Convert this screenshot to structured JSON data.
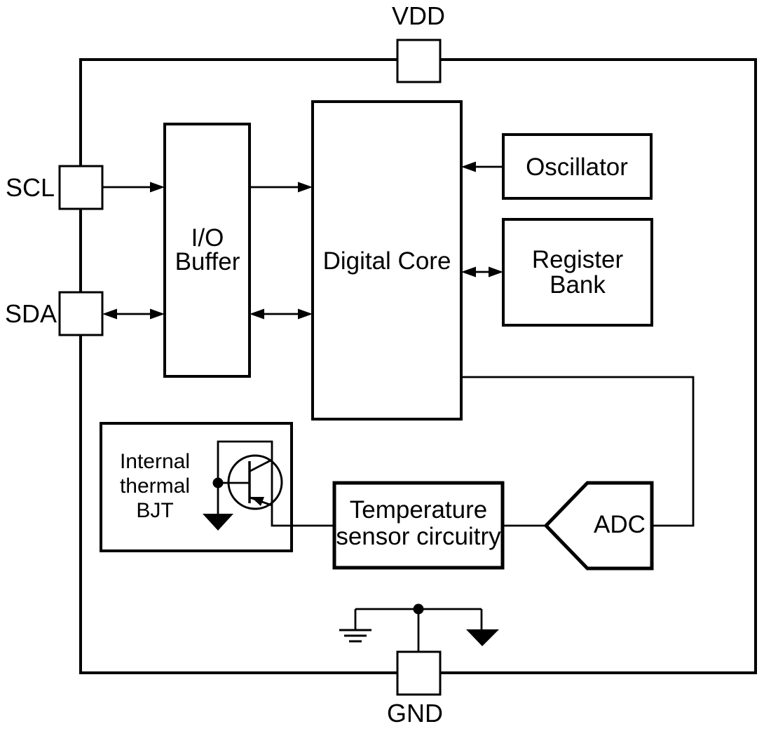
{
  "diagram_type": "block-diagram",
  "subject": "I2C digital temperature sensor internal block diagram",
  "pins": {
    "vdd": {
      "label": "VDD",
      "side": "top"
    },
    "scl": {
      "label": "SCL",
      "side": "left"
    },
    "sda": {
      "label": "SDA",
      "side": "left"
    },
    "gnd": {
      "label": "GND",
      "side": "bottom"
    }
  },
  "blocks": {
    "io_buffer": {
      "lines": [
        "I/O",
        "Buffer"
      ]
    },
    "digital_core": {
      "lines": [
        "Digital Core"
      ]
    },
    "oscillator": {
      "lines": [
        "Oscillator"
      ]
    },
    "register_bank": {
      "lines": [
        "Register",
        "Bank"
      ]
    },
    "internal_thermal_bjt": {
      "lines": [
        "Internal",
        "thermal",
        "BJT"
      ]
    },
    "temperature_sensor_circuitry": {
      "lines": [
        "Temperature",
        "sensor circuitry"
      ]
    },
    "adc": {
      "lines": [
        "ADC"
      ]
    }
  },
  "connections": [
    {
      "from": "SCL",
      "to": "I/O Buffer",
      "type": "arrow"
    },
    {
      "from": "I/O Buffer",
      "to": "Digital Core",
      "type": "arrow"
    },
    {
      "from": "SDA",
      "to": "I/O Buffer",
      "type": "bidirectional-arrow"
    },
    {
      "from": "I/O Buffer",
      "to": "Digital Core",
      "type": "bidirectional-arrow"
    },
    {
      "from": "Oscillator",
      "to": "Digital Core",
      "type": "arrow"
    },
    {
      "from": "Digital Core",
      "to": "Register Bank",
      "type": "bidirectional-arrow"
    },
    {
      "from": "Digital Core",
      "to": "ADC",
      "type": "wire"
    },
    {
      "from": "Temperature sensor circuitry",
      "to": "ADC",
      "type": "wire"
    },
    {
      "from": "Internal thermal BJT",
      "to": "Temperature sensor circuitry",
      "type": "wire"
    },
    {
      "from": "GND",
      "to": "ground symbols",
      "type": "wire"
    }
  ],
  "symbols": [
    "pnp-transistor",
    "earth-ground",
    "chassis-ground-triangle",
    "junction-dots"
  ],
  "colors": {
    "stroke": "#000000",
    "background": "#ffffff",
    "text": "#000000"
  }
}
